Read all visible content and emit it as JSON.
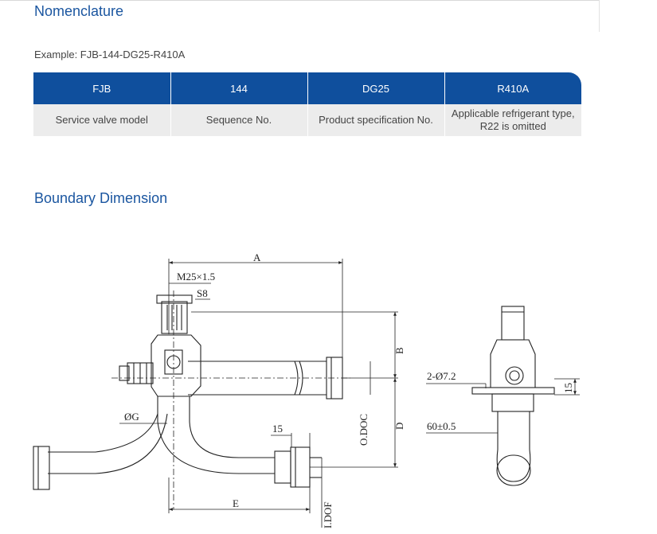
{
  "nomenclature": {
    "title": "Nomenclature",
    "example": "Example: FJB-144-DG25-R410A",
    "headers": [
      "FJB",
      "144",
      "DG25",
      "R410A"
    ],
    "descriptions": [
      "Service valve model",
      "Sequence No.",
      "Product specification No.",
      "Applicable refrigerant type, R22 is omitted"
    ]
  },
  "boundary": {
    "title": "Boundary Dimension",
    "labels": {
      "a": "A",
      "thread": "M25×1.5",
      "s8": "S8",
      "b": "B",
      "og": "ØG",
      "odoc": "O.DOC",
      "d": "D",
      "fifteen_bottom": "15",
      "e": "E",
      "idof": "I.DOF",
      "holes": "2-Ø7.2",
      "fifteen_side": "15",
      "spacing": "60±0.5"
    }
  },
  "colors": {
    "heading": "#1b56a0",
    "table_header": "#0f4f9d",
    "table_body": "#ececec",
    "line": "#222222"
  }
}
